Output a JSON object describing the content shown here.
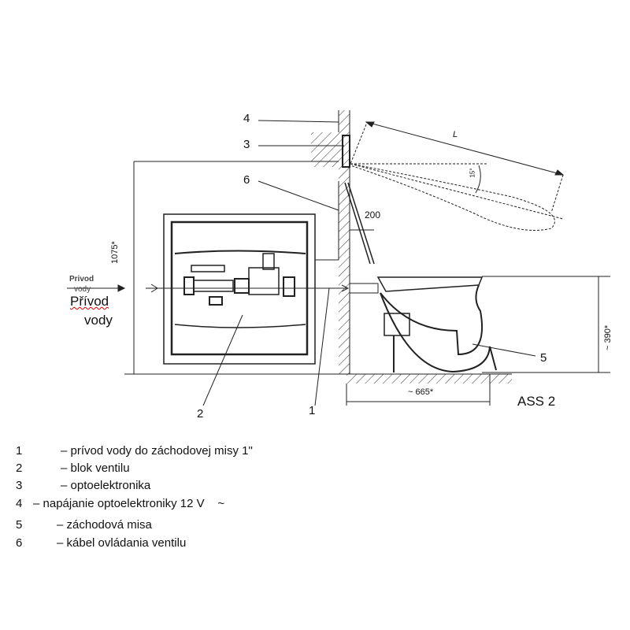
{
  "diagram": {
    "callouts": {
      "c1": "1",
      "c2": "2",
      "c3": "3",
      "c4": "4",
      "c5": "5",
      "c6": "6"
    },
    "dimensions": {
      "height_total": "1075*",
      "sensor_range": "L",
      "angle": "15°",
      "offset": "200",
      "bowl_height": "~ 390*",
      "depth": "~ 665*"
    },
    "model": "ASS 2",
    "inlet_small": [
      "Privod",
      "vody"
    ],
    "inlet_overlay": [
      "Přívod",
      "vody"
    ]
  },
  "legend": [
    {
      "num": "1",
      "text": "– prívod vody do záchodovej misy 1\""
    },
    {
      "num": "2",
      "text": "– blok ventilu"
    },
    {
      "num": "3",
      "text": "– optoelektronika"
    },
    {
      "num": "4",
      "text": "– napájanie optoelektroniky 12 V    ~"
    },
    {
      "num": "5",
      "text": "– záchodová misa"
    },
    {
      "num": "6",
      "text": "– kábel ovládania ventilu"
    }
  ]
}
